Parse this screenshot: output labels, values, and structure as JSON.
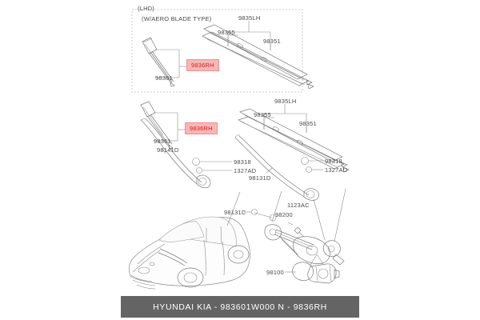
{
  "diagram": {
    "type": "automotive-parts-exploded-view",
    "subject": "Windshield wiper system",
    "steering_note": "(LHD)",
    "panel_note": "(W/AERO BLADE TYPE)",
    "colors": {
      "background": "#ffffff",
      "line": "#6f6f6f",
      "label_text": "#4a4a4a",
      "highlight_fill": "#f9b6b6",
      "highlight_border": "#f28f8f",
      "highlight_text": "#d02020",
      "banner_background": "#646464",
      "banner_text": "#ffffff"
    }
  },
  "aero_panel": {
    "title": "(W/AERO BLADE TYPE)",
    "highlight_label": "9836RH",
    "labels": {
      "blade_left": "98361",
      "assembly_right": "9835LH",
      "blade_mid": "98355",
      "blade_right": "98351"
    }
  },
  "conventional_panel": {
    "highlight_label": "9836RH",
    "labels": {
      "blade_left": "98361",
      "arm_left": "98141D",
      "cap_left": "98318",
      "nut_left": "1327AD",
      "assembly_right": "9835LH",
      "blade_mid": "98355",
      "blade_right": "98351",
      "arm_right": "98131D",
      "cap_right": "98318",
      "nut_right": "1327AD"
    }
  },
  "linkage_panel": {
    "labels": {
      "pivot_cap": "98131C",
      "linkage": "98200",
      "bolt": "1123AC",
      "motor": "98100"
    }
  },
  "banner": {
    "text": "HYUNDAI  KIA - 983601W000    N - 9836RH",
    "brand": "HYUNDAI  KIA",
    "part_number": "983601W000",
    "reference": "N - 9836RH"
  }
}
